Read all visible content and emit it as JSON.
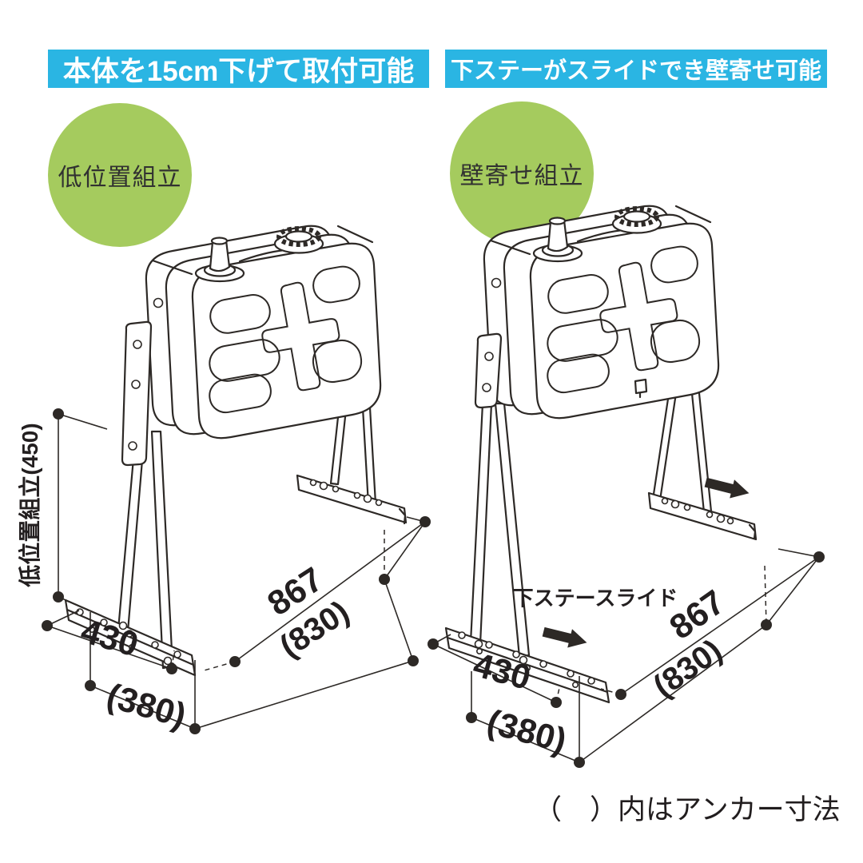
{
  "colors": {
    "banner_blue": "#2ab5e3",
    "badge_green": "#a5cb5e",
    "ink": "#2d2926"
  },
  "banner_left": {
    "label": "本体を15cm下げて取付可能"
  },
  "banner_right": {
    "label": "下ステーがスライドでき壁寄せ可能"
  },
  "diagram_left": {
    "badge": "低位置組立",
    "dim_height_label": "低位置組立(450)",
    "dim_width": "430",
    "dim_width_anchor": "(380)",
    "dim_depth": "867",
    "dim_depth_anchor": "(830)"
  },
  "diagram_right": {
    "badge": "壁寄せ組立",
    "slide_note": "下ステースライド",
    "dim_width": "430",
    "dim_width_anchor": "(380)",
    "dim_depth": "867",
    "dim_depth_anchor": "(830)"
  },
  "footnote": "（　）内はアンカー寸法"
}
